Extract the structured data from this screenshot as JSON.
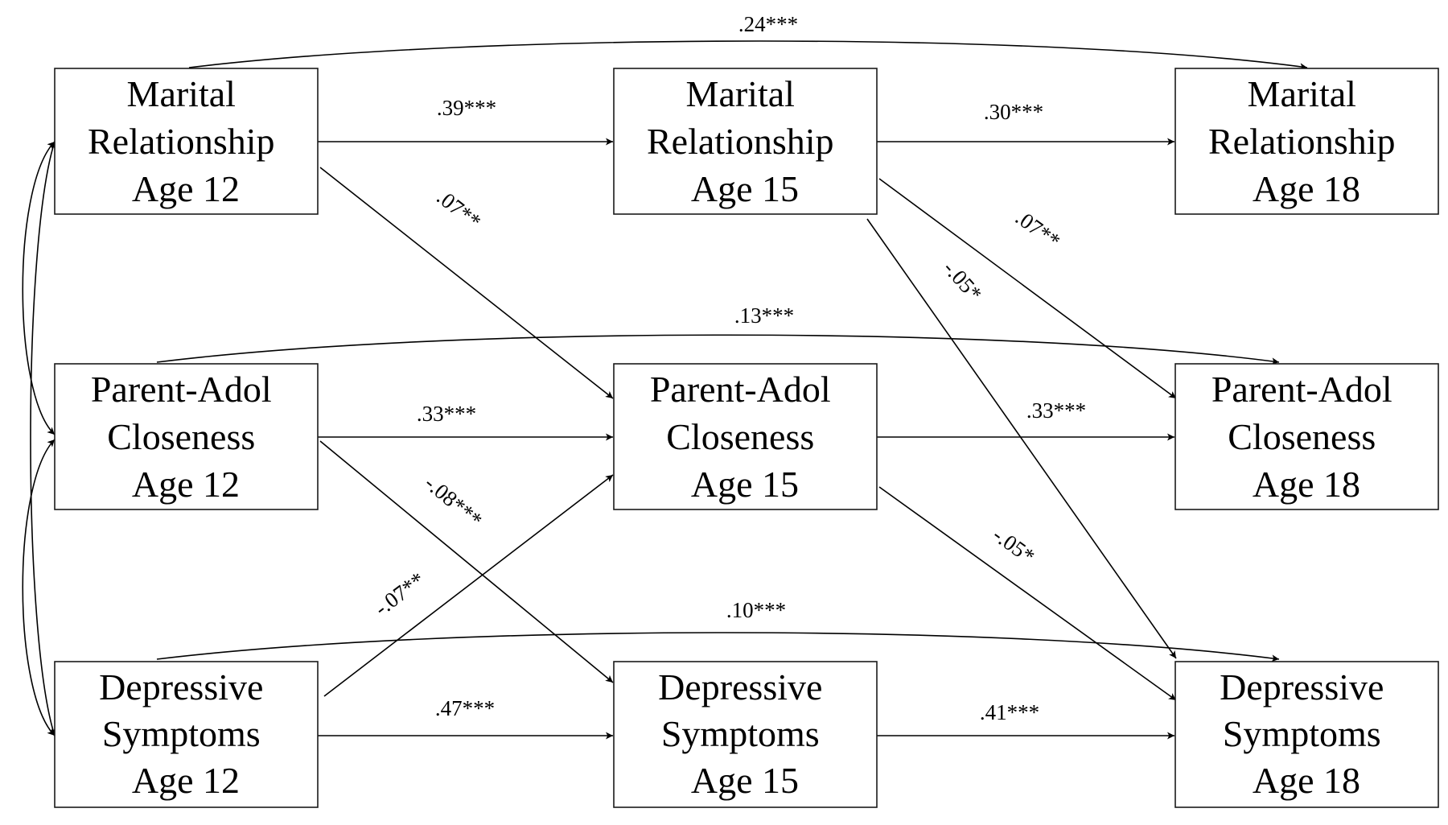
{
  "boxes": {
    "mr12": {
      "lines": [
        "Marital",
        "Relationship",
        "Age 12"
      ]
    },
    "mr15": {
      "lines": [
        "Marital",
        "Relationship",
        "Age 15"
      ]
    },
    "mr18": {
      "lines": [
        "Marital",
        "Relationship",
        "Age 18"
      ]
    },
    "pc12": {
      "lines": [
        "Parent-Adol",
        "Closeness",
        "Age 12"
      ]
    },
    "pc15": {
      "lines": [
        "Parent-Adol",
        "Closeness",
        "Age 15"
      ]
    },
    "pc18": {
      "lines": [
        "Parent-Adol",
        "Closeness",
        "Age 18"
      ]
    },
    "ds12": {
      "lines": [
        "Depressive",
        "Symptoms",
        "Age 12"
      ]
    },
    "ds15": {
      "lines": [
        "Depressive",
        "Symptoms",
        "Age 15"
      ]
    },
    "ds18": {
      "lines": [
        "Depressive",
        "Symptoms",
        "Age 18"
      ]
    }
  },
  "paths": {
    "mr12_mr18": ".24***",
    "mr12_mr15": ".39***",
    "mr15_mr18": ".30***",
    "mr12_pc15": ".07**",
    "mr15_pc18": ".07**",
    "mr15_ds18": "-.05*",
    "pc12_pc18": ".13***",
    "pc12_pc15": ".33***",
    "pc15_pc18": ".33***",
    "pc12_ds15": "-.08***",
    "ds12_pc15": "-.07**",
    "pc15_ds18": "-.05*",
    "ds12_ds18": ".10***",
    "ds12_ds15": ".47***",
    "ds15_ds18": ".41***"
  }
}
